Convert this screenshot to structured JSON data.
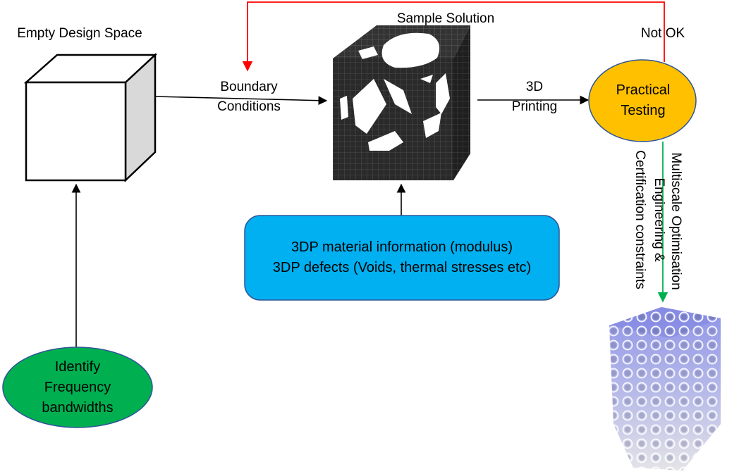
{
  "labels": {
    "empty_design_space": "Empty Design Space",
    "sample_solution": "Sample Solution",
    "not_ok": "Not OK",
    "boundary_conditions": [
      "Boundary",
      "Conditions"
    ],
    "printing_3d": [
      "3D",
      "Printing"
    ]
  },
  "nodes": {
    "practical_testing": [
      "Practical",
      "Testing"
    ],
    "material_info": [
      "3DP material information (modulus)",
      "3DP defects (Voids, thermal stresses etc)"
    ],
    "identify_frequency": [
      "Identify",
      "Frequency",
      "bandwidths"
    ]
  },
  "vertical_labels": {
    "multiscale_optimisation": "Multiscale Optimisation",
    "engineering_and": "Engineering &",
    "certification_constraints": "Certification constraints"
  },
  "colors": {
    "practical_testing_fill": "#FFC000",
    "material_info_fill": "#00B0F0",
    "identify_frequency_fill": "#00B050",
    "feedback_arrow": "#FF0000",
    "output_arrow": "#00B050",
    "cube_side": "#D9D9D9",
    "voxel_cube": "#262626",
    "lattice": "#9FA3E6"
  }
}
